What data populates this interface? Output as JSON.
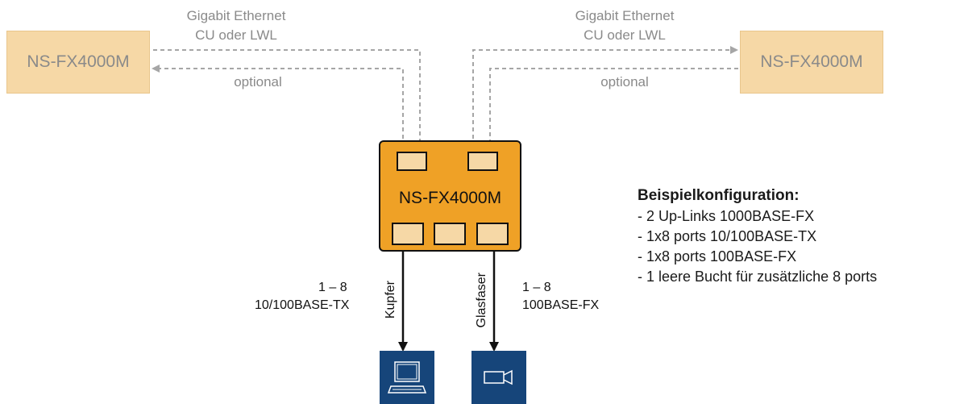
{
  "diagram": {
    "left_remote": {
      "label": "NS-FX4000M"
    },
    "right_remote": {
      "label": "NS-FX4000M"
    },
    "switch": {
      "label": "NS-FX4000M"
    },
    "left_link": {
      "title_line1": "Gigabit Ethernet",
      "title_line2": "CU oder LWL",
      "optional": "optional"
    },
    "right_link": {
      "title_line1": "Gigabit Ethernet",
      "title_line2": "CU oder LWL",
      "optional": "optional"
    },
    "copper": {
      "range": "1 – 8",
      "standard": "10/100BASE-TX",
      "medium": "Kupfer",
      "device_icon": "computer-icon"
    },
    "fiber": {
      "range": "1 – 8",
      "standard": "100BASE-FX",
      "medium": "Glasfaser",
      "device_icon": "camera-icon"
    },
    "config": {
      "title": "Beispielkonfiguration:",
      "items": [
        "- 2 Up-Links 1000BASE-FX",
        "- 1x8 ports 10/100BASE-TX",
        "- 1x8 ports 100BASE-FX",
        "- 1 leere Bucht für zusätzliche 8 ports"
      ]
    },
    "colors": {
      "remote_fill": "#f6d8a6",
      "switch_fill": "#efa126",
      "device_fill": "#16457a",
      "dashed_line": "#a6a6a6"
    }
  }
}
